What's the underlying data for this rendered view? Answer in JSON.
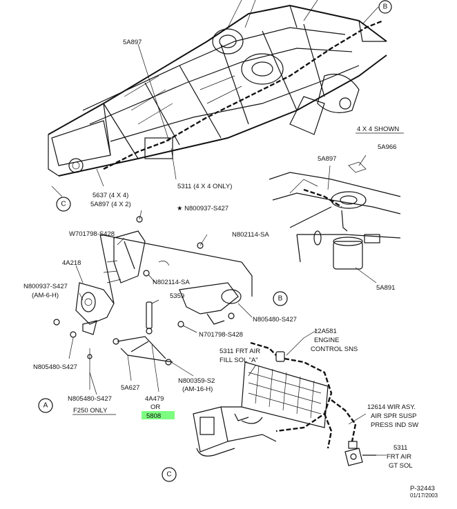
{
  "labels": {
    "top_5a897": "5A897",
    "callout_b_top": "B",
    "shown_4x4": "4 X 4 SHOWN",
    "inset_5a897": "5A897",
    "inset_5a966": "5A966",
    "inset_5a891": "5A891",
    "c_5637": "5637 (4 X 4)",
    "c_5a897": "5A897 (4 X 2)",
    "c_5311": "5311 (4 X 4 ONLY)",
    "callout_c_left": "C",
    "n800937_star": "★ N800937-S427",
    "n802114_right": "N802114-SA",
    "w701798": "W701798-S428",
    "l_4a218": "4A218",
    "n800937_left": "N800937-S427",
    "am6h": "(AM-6-H)",
    "n802114_mid": "N802114-SA",
    "l_5359": "5359",
    "callout_b_mid": "B",
    "n805480_right": "N805480-S427",
    "n701798": "N701798-S428",
    "l_12a581": "12A581",
    "engine": "ENGINE",
    "control_sns": "CONTROL SNS",
    "n805480_left": "N805480-S427",
    "l_5311_frt": "5311 FRT AIR",
    "fill_sol": "FILL SOL \"A\"",
    "n800359": "N800359-S2",
    "am16h": "(AM-16-H)",
    "l_5a627": "5A627",
    "l_4a479": "4A479",
    "or": "OR",
    "l_5808": "5808",
    "n805480_bottom": "N805480-S427",
    "f250": "F250 ONLY",
    "callout_a": "A",
    "l_12614": "12614 WIR ASY.",
    "air_spr": "AIR SPR SUSP",
    "press_ind": "PRESS IND SW",
    "l_5311_gt": "5311",
    "frt_air": "FRT AIR",
    "gt_sol": "GT SOL",
    "callout_c_bottom": "C",
    "fig_no": "P-32443",
    "fig_date": "01/17/2003"
  },
  "colors": {
    "line": "#111111",
    "highlight": "#7CFC80"
  }
}
